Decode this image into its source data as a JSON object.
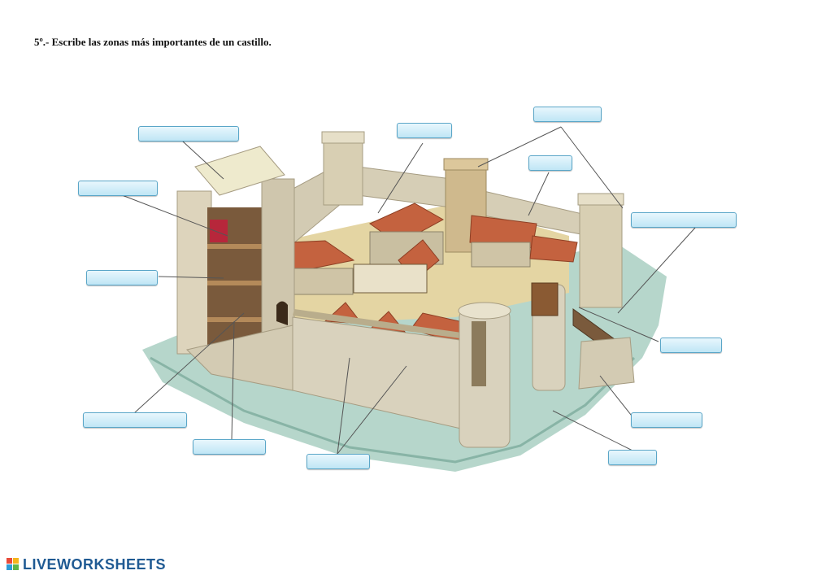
{
  "worksheet": {
    "title": "5º.- Escribe las zonas más importantes de un castillo."
  },
  "answer_boxes": [
    {
      "id": 1,
      "value": ""
    },
    {
      "id": 2,
      "value": ""
    },
    {
      "id": 3,
      "value": ""
    },
    {
      "id": 4,
      "value": ""
    },
    {
      "id": 5,
      "value": ""
    },
    {
      "id": 6,
      "value": ""
    },
    {
      "id": 7,
      "value": ""
    },
    {
      "id": 8,
      "value": ""
    },
    {
      "id": 9,
      "value": ""
    },
    {
      "id": 10,
      "value": ""
    },
    {
      "id": 11,
      "value": ""
    },
    {
      "id": 12,
      "value": ""
    },
    {
      "id": 13,
      "value": ""
    },
    {
      "id": 14,
      "value": ""
    }
  ],
  "logo": {
    "text": "LIVEWORKSHEETS",
    "icon": "liveworksheets-logo-icon"
  },
  "colors": {
    "box_fill": "#bfe6f5",
    "box_border": "#5aa6c8",
    "logo_blue": "#1f5a93",
    "moat": "#9cc7ba",
    "stone": "#d9d2bd",
    "roof": "#c4623f",
    "courtyard": "#e4d5a3"
  }
}
